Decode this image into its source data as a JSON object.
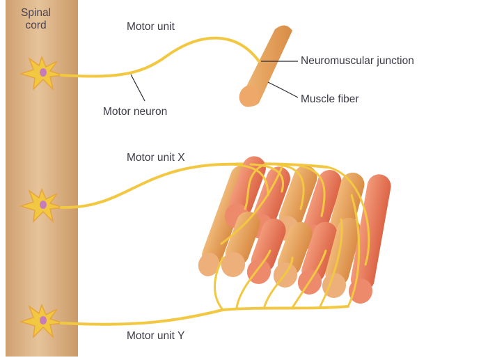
{
  "labels": {
    "spinal_cord_line1": "Spinal",
    "spinal_cord_line2": "cord",
    "motor_unit": "Motor unit",
    "neuromuscular_junction": "Neuromuscular junction",
    "muscle_fiber": "Muscle fiber",
    "motor_neuron": "Motor neuron",
    "motor_unit_x": "Motor unit X",
    "motor_unit_y": "Motor unit Y"
  },
  "colors": {
    "spinal_cord": "#dcb184",
    "neuron": "#f2c843",
    "neuron_nucleus": "#c77bb8",
    "muscle_orange": "#e9a35e",
    "muscle_red": "#e8795c",
    "text": "#3a3a48"
  }
}
